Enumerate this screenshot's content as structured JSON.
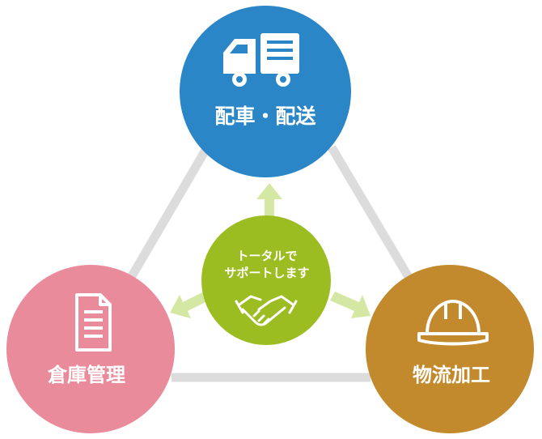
{
  "colors": {
    "delivery": "#2a86c6",
    "warehouse": "#e98b9b",
    "processing": "#c28a2c",
    "center": "#9bbd22",
    "connector": "#dcdcdc",
    "arrow": "#d5e8a3",
    "text": "#ffffff"
  },
  "nodes": {
    "delivery": {
      "label": "配車・配送",
      "icon": "truck-icon"
    },
    "warehouse": {
      "label": "倉庫管理",
      "icon": "document-icon"
    },
    "processing": {
      "label": "物流加工",
      "icon": "hard-hat-icon"
    }
  },
  "center": {
    "line1": "トータルで",
    "line2": "サポートします",
    "icon": "handshake-icon"
  }
}
